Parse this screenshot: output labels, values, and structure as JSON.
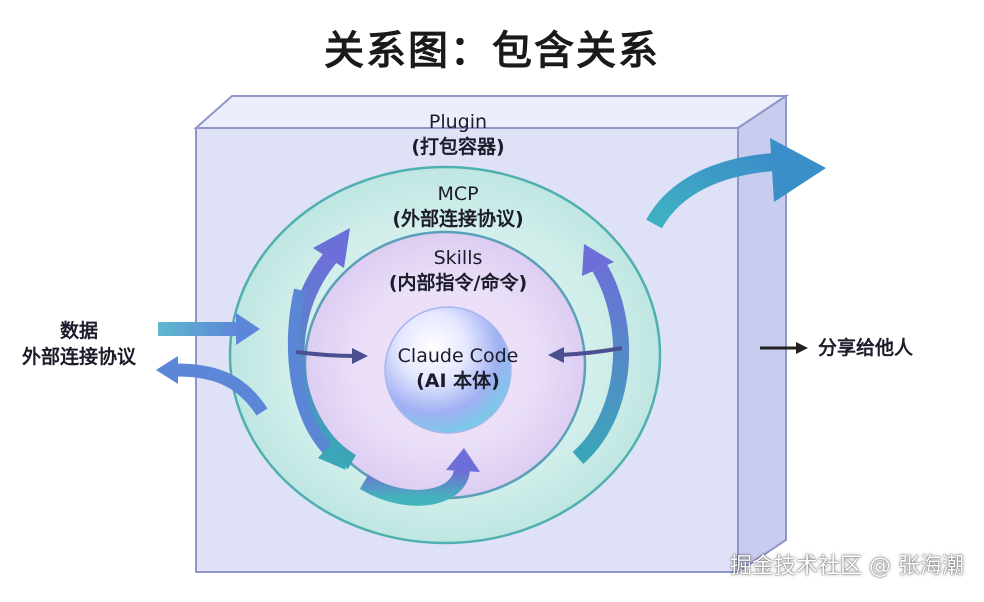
{
  "title": "关系图：包含关系",
  "layers": {
    "plugin": {
      "name": "Plugin",
      "desc": "(打包容器)"
    },
    "mcp": {
      "name": "MCP",
      "desc": "(外部连接协议)"
    },
    "skills": {
      "name": "Skills",
      "desc": "(内部指令/命令)"
    },
    "core": {
      "name": "Claude Code",
      "desc": "(AI 本体)"
    }
  },
  "left_label": {
    "line1": "数据",
    "line2": "外部连接协议"
  },
  "right_label": "分享给他人",
  "watermark": "掘金技术社区 @ 张海潮",
  "colors": {
    "box_front": "#dfe2f8",
    "box_side": "#c9cdf0",
    "box_top": "#ebedfb",
    "mcp_ring": "#cfeeea",
    "skills_ring": "#e3d6f5",
    "arrow_teal": "#3a9fb6",
    "arrow_blue": "#6a7fd6"
  }
}
